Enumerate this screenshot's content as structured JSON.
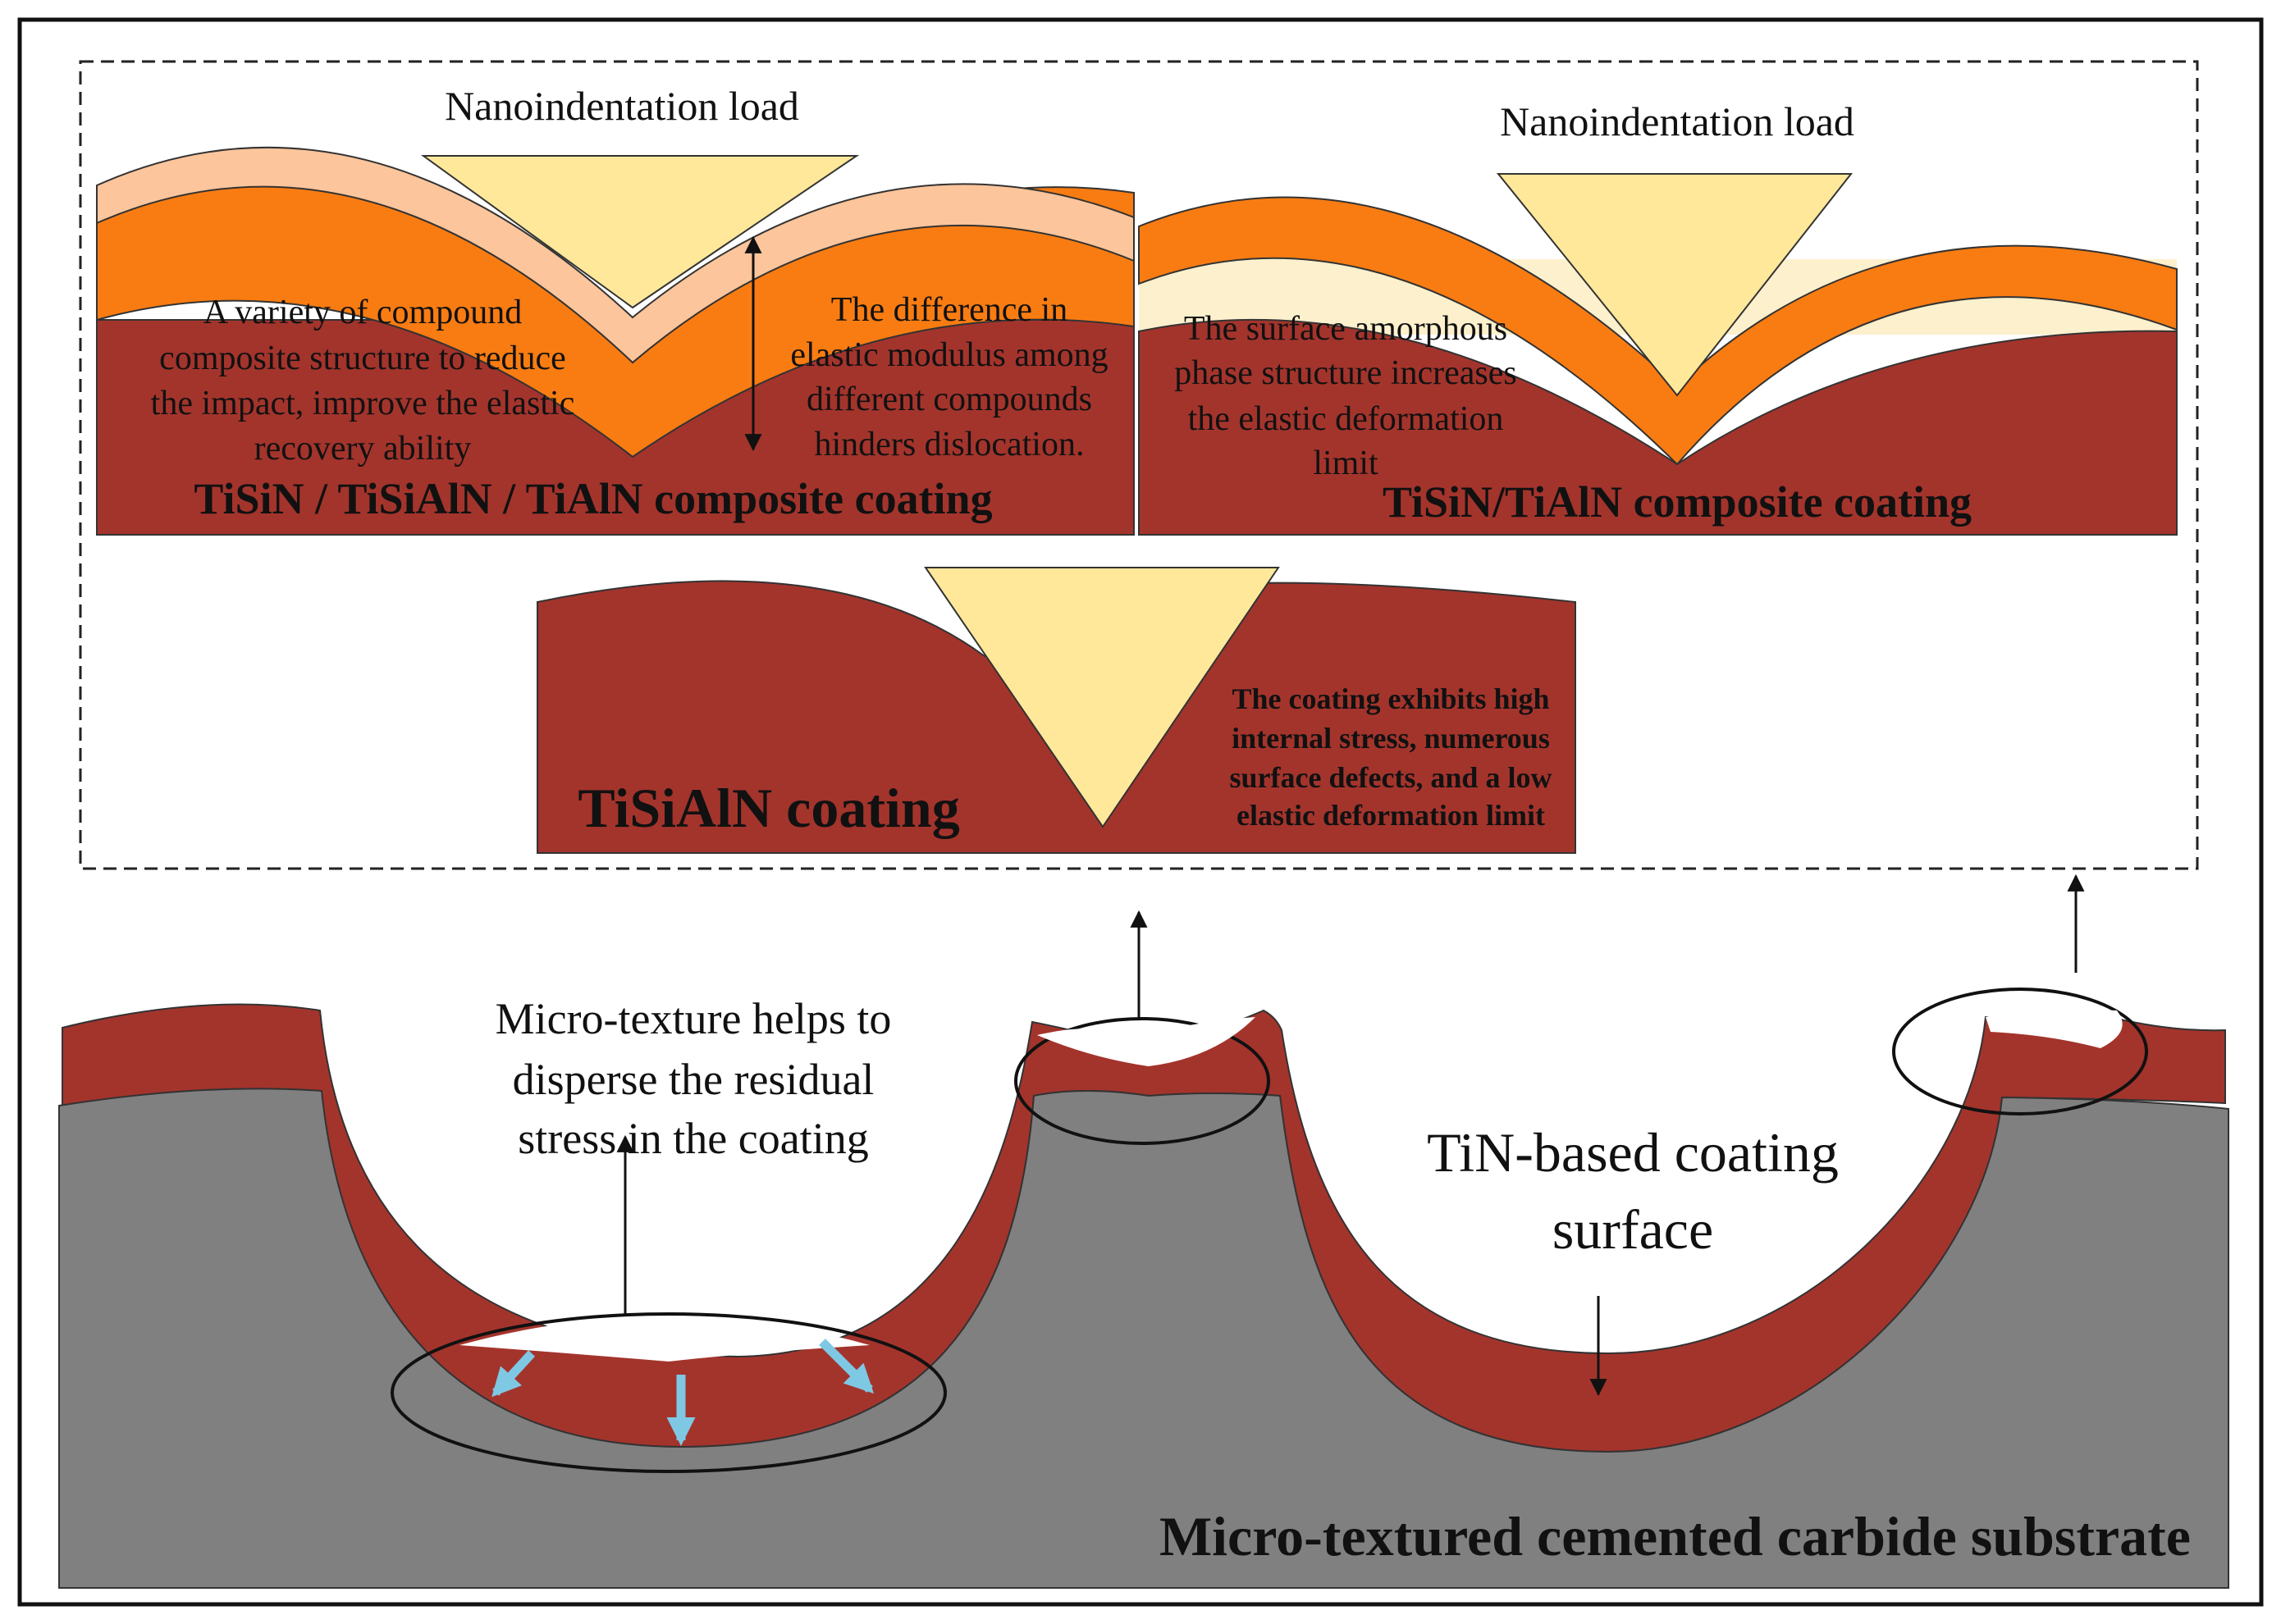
{
  "colors": {
    "coating": "#a3342c",
    "orange": "#f97c12",
    "peach": "#fcc59b",
    "cream": "#fdf0cd",
    "indenter": "#ffe89a",
    "substrate": "#808080",
    "arrow_blue": "#7ec8e3"
  },
  "panel_composite3": {
    "load": "Nanoindentation load",
    "note_left": [
      "A variety of compound",
      "composite structure to reduce",
      "the impact, improve the elastic",
      "recovery ability"
    ],
    "note_right": [
      "The difference in",
      "elastic modulus among",
      "different compounds",
      "hinders dislocation."
    ],
    "title": "TiSiN / TiSiAlN / TiAlN composite coating"
  },
  "panel_composite2": {
    "load": "Nanoindentation load",
    "note": [
      "The surface amorphous",
      "phase structure increases",
      "the elastic deformation",
      "limit"
    ],
    "title": "TiSiN/TiAlN composite coating"
  },
  "panel_single": {
    "note": [
      "The coating exhibits high",
      "internal stress, numerous",
      "surface defects, and a low",
      "elastic deformation limit"
    ],
    "title": "TiSiAlN coating"
  },
  "substrate_section": {
    "micro_texture_note": [
      "Micro-texture helps to",
      "disperse the residual",
      "stress in the coating"
    ],
    "tin_label": [
      "TiN-based coating",
      "surface"
    ],
    "title": "Micro-textured cemented carbide substrate"
  }
}
